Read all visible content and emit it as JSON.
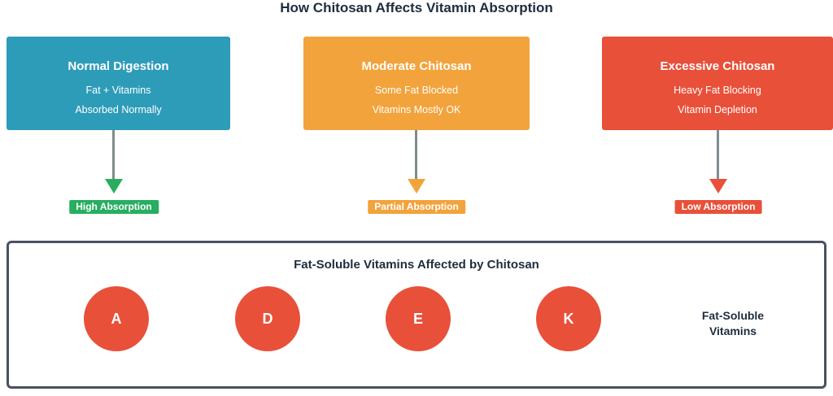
{
  "title": "How Chitosan Affects Vitamin Absorption",
  "colors": {
    "teal": "#2D9CB8",
    "orange": "#F2A33C",
    "red": "#E8503A",
    "green": "#27AE60",
    "dark": "#1F2D3D"
  },
  "columns": [
    {
      "title": "Normal Digestion",
      "line1": "Fat + Vitamins",
      "line2": "Absorbed Normally",
      "result": "High Absorption"
    },
    {
      "title": "Moderate Chitosan",
      "line1": "Some Fat Blocked",
      "line2": "Vitamins Mostly OK",
      "result": "Partial Absorption"
    },
    {
      "title": "Excessive Chitosan",
      "line1": "Heavy Fat Blocking",
      "line2": "Vitamin Depletion",
      "result": "Low Absorption"
    }
  ],
  "panel": {
    "title": "Fat-Soluble Vitamins Affected by Chitosan",
    "vitamins": [
      "A",
      "D",
      "E",
      "K"
    ],
    "side_label_line1": "Fat-Soluble",
    "side_label_line2": "Vitamins"
  }
}
